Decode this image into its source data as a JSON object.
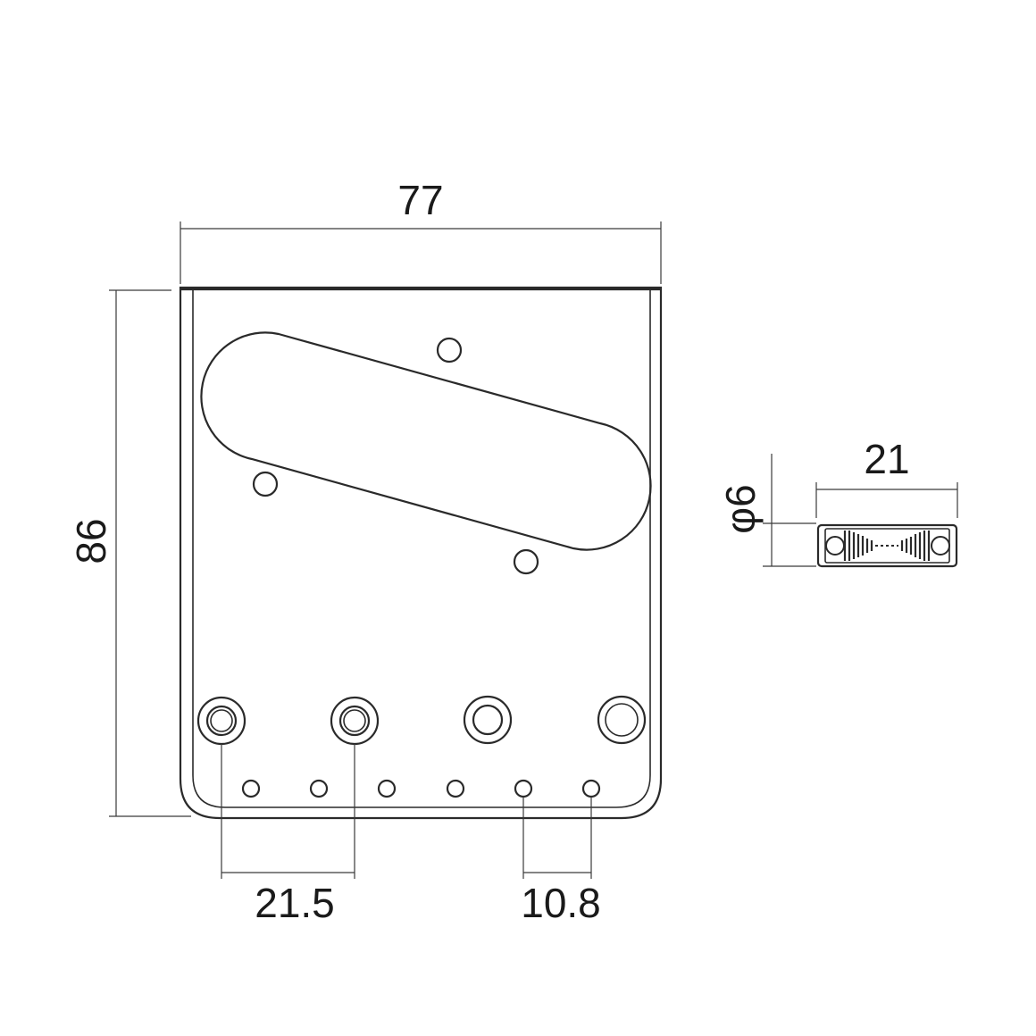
{
  "dimensions": {
    "width_label": "77",
    "height_label": "86",
    "saddle_spacing_label": "21.5",
    "string_spacing_label": "10.8",
    "saddle_length_label": "21",
    "saddle_diameter_label": "φ6"
  },
  "colors": {
    "line": "#2a2a2a",
    "dimension_line": "#3a3a3a",
    "background": "#ffffff"
  }
}
